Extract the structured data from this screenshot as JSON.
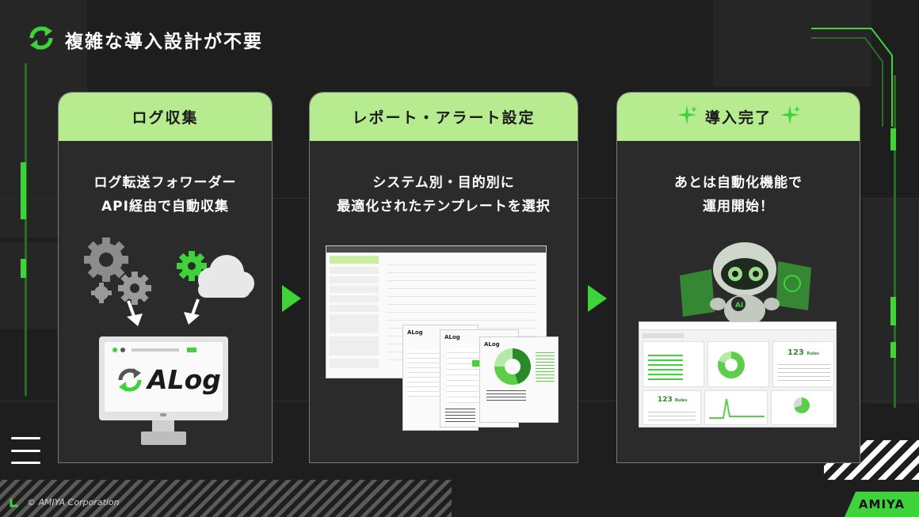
{
  "header": {
    "title": "複雑な導入設計が不要",
    "icon": "refresh-icon",
    "accent": "#3fd33a"
  },
  "steps": [
    {
      "title": "ログ収集",
      "text_lines": [
        "ログ転送フォワーダー",
        "API経由で自動収集"
      ]
    },
    {
      "title": "レポート・アラート設定",
      "text_lines": [
        "システム別・目的別に",
        "最適化されたテンプレートを選択"
      ]
    },
    {
      "title": "導入完了",
      "text_lines": [
        "あとは自動化機能で",
        "運用開始！"
      ]
    }
  ],
  "product_logo": "ALog",
  "dashboard": {
    "count_value": "123",
    "count_unit": "Rules"
  },
  "footer": {
    "copyright": "© AMIYA Corporation",
    "brand": "AMIYA"
  },
  "colors": {
    "green": "#3fd33a",
    "card_head": "#b6ec8f",
    "background": "#1e1e1e"
  }
}
